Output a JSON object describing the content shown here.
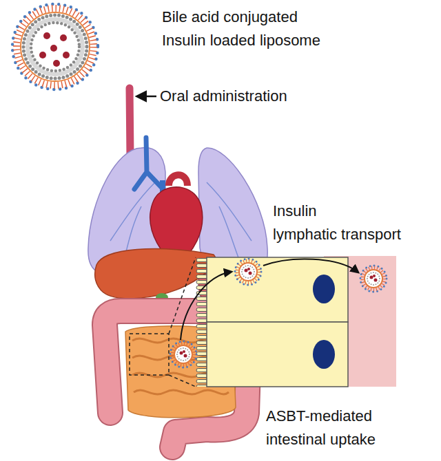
{
  "diagram": {
    "labels": [
      "Bile acid conjugated Insulin loaded liposome",
      "Oral administration",
      "Insulin lymphatic transport",
      "ASBT-mediated intestinal uptake"
    ]
  }
}
